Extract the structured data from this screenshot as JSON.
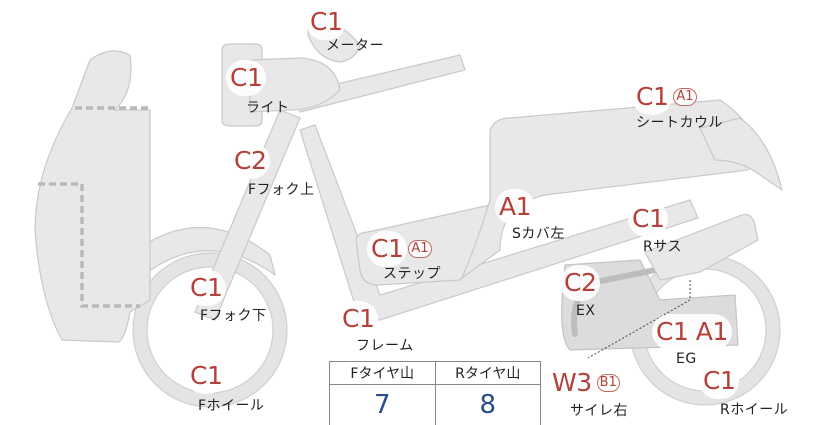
{
  "parts": [
    {
      "id": "meter",
      "grade": "C1",
      "sub": "",
      "label": "メーター"
    },
    {
      "id": "light",
      "grade": "C1",
      "sub": "",
      "label": "ライト"
    },
    {
      "id": "front-fork-upper",
      "grade": "C2",
      "sub": "",
      "label": "Fフォク上"
    },
    {
      "id": "front-fork-lower",
      "grade": "C1",
      "sub": "",
      "label": "Fフォク下"
    },
    {
      "id": "front-wheel",
      "grade": "C1",
      "sub": "",
      "label": "Fホイール"
    },
    {
      "id": "step",
      "grade": "C1",
      "sub": "A1",
      "label": "ステップ"
    },
    {
      "id": "frame",
      "grade": "C1",
      "sub": "",
      "label": "フレーム"
    },
    {
      "id": "side-cover-left",
      "grade": "A1",
      "sub": "",
      "label": "Sカバ左"
    },
    {
      "id": "seat-cowl",
      "grade": "C1",
      "sub": "A1",
      "label": "シートカウル"
    },
    {
      "id": "rear-suspension",
      "grade": "C1",
      "sub": "",
      "label": "Rサス"
    },
    {
      "id": "exhaust",
      "grade": "C2",
      "sub": "",
      "label": "EX"
    },
    {
      "id": "engine",
      "grade": "C1 A1",
      "sub": "",
      "label": "EG"
    },
    {
      "id": "rear-wheel",
      "grade": "C1",
      "sub": "",
      "label": "Rホイール"
    },
    {
      "id": "muffler-right",
      "grade": "W3",
      "sub": "B1",
      "label": "サイレ右"
    }
  ],
  "tread": {
    "front_label": "Fタイヤ山",
    "rear_label": "Rタイヤ山",
    "front_value": "7",
    "rear_value": "8"
  },
  "colors": {
    "grade_text": "#b5403a",
    "tread_value": "#2b4d8a",
    "body_fill": "#e8e8e8"
  }
}
